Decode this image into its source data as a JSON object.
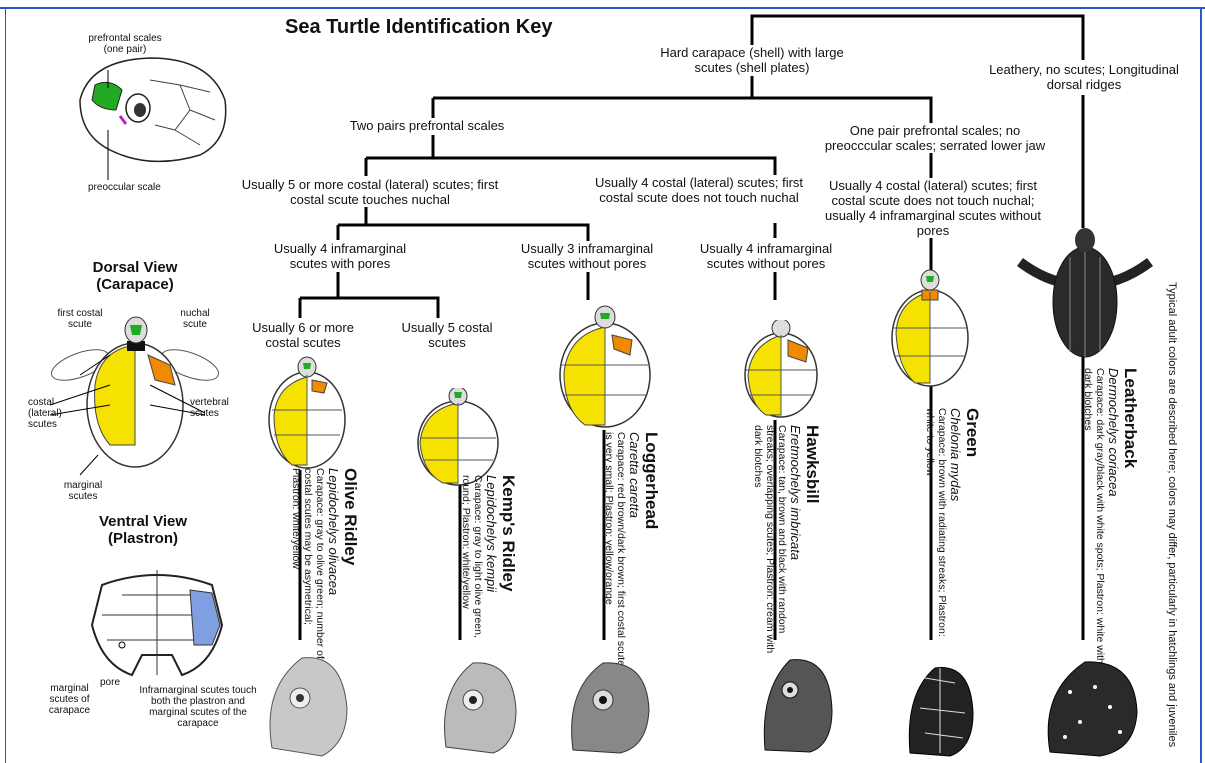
{
  "title": "Sea Turtle Identification Key",
  "nodes": {
    "hard": "Hard carapace (shell) with large scutes (shell plates)",
    "leathery": "Leathery, no scutes; Longitudinal dorsal ridges",
    "two_pairs": "Two pairs prefrontal scales",
    "one_pair": "One pair prefrontal scales; no preocccular scales; serrated lower jaw",
    "five_costal": "Usually 5 or more costal (lateral) scutes; first costal scute touches nuchal",
    "four_costal_log": "Usually 4 costal (lateral) scutes; first costal scute does not touch nuchal",
    "four_costal_green": "Usually 4 costal (lateral) scutes; first costal scute does not touch nuchal; usually 4 inframarginal scutes without pores",
    "four_infra_pores": "Usually 4 inframarginal scutes with pores",
    "three_infra": "Usually 3 inframarginal scutes without pores",
    "four_infra_hawk": "Usually 4 inframarginal scutes without pores",
    "six_costal": "Usually 6 or more costal scutes",
    "five_costal_kemp": "Usually 5 costal scutes"
  },
  "left_panel": {
    "prefrontal": "prefrontal scales (one pair)",
    "preoccular": "preoccular scale",
    "dorsal_view": "Dorsal View (Carapace)",
    "first_costal": "first costal scute",
    "nuchal": "nuchal scute",
    "costal": "costal (lateral) scutes",
    "vertebral": "vertebral scutes",
    "marginal": "marginal scutes",
    "ventral_view": "Ventral View (Plastron)",
    "marginal_carapace": "marginal scutes of carapace",
    "pore": "pore",
    "inframarginal_note": "Inframarginal scutes touch both the plastron and marginal scutes of the carapace"
  },
  "species": [
    {
      "name": "Olive Ridley",
      "sci": "Lepidochelys olivacea",
      "desc": "Carapace: gray to olive green; number of costal scutes may be asymetrical; Plastron: white/yellow"
    },
    {
      "name": "Kemp's Ridley",
      "sci": "Lepidochelys kempii",
      "desc": "Carapace: gray to light olive green, round; Plastron: white/yellow"
    },
    {
      "name": "Loggerhead",
      "sci": "Caretta caretta",
      "desc": "Carapace: red brown/dark brown; first costal scute is very small; Plastron: yellow/orange"
    },
    {
      "name": "Hawksbill",
      "sci": "Eretmochelys imbricata",
      "desc": "Carapace: tan, brown and black with random streaks; overlapping scutes; Plastron: cream with dark blotches"
    },
    {
      "name": "Green",
      "sci": "Chelonia mydas",
      "desc": "Carapace: brown with radiating streaks; Plastron: white to yellow"
    },
    {
      "name": "Leatherback",
      "sci": "Dermochelys coriacea",
      "desc": "Carapace: dark gray/black with white spots; Plastron: white with dark blotches"
    }
  ],
  "side_note": "Typical adult colors are described here; colors may differ, particularly in hatchlings and juveniles",
  "colors": {
    "frame": "#2a57c9",
    "costal": "#f5e200",
    "nuchal_accent": "#f08a00",
    "prefrontal": "#22aa22",
    "inframarginal": "#7f9fe0"
  }
}
